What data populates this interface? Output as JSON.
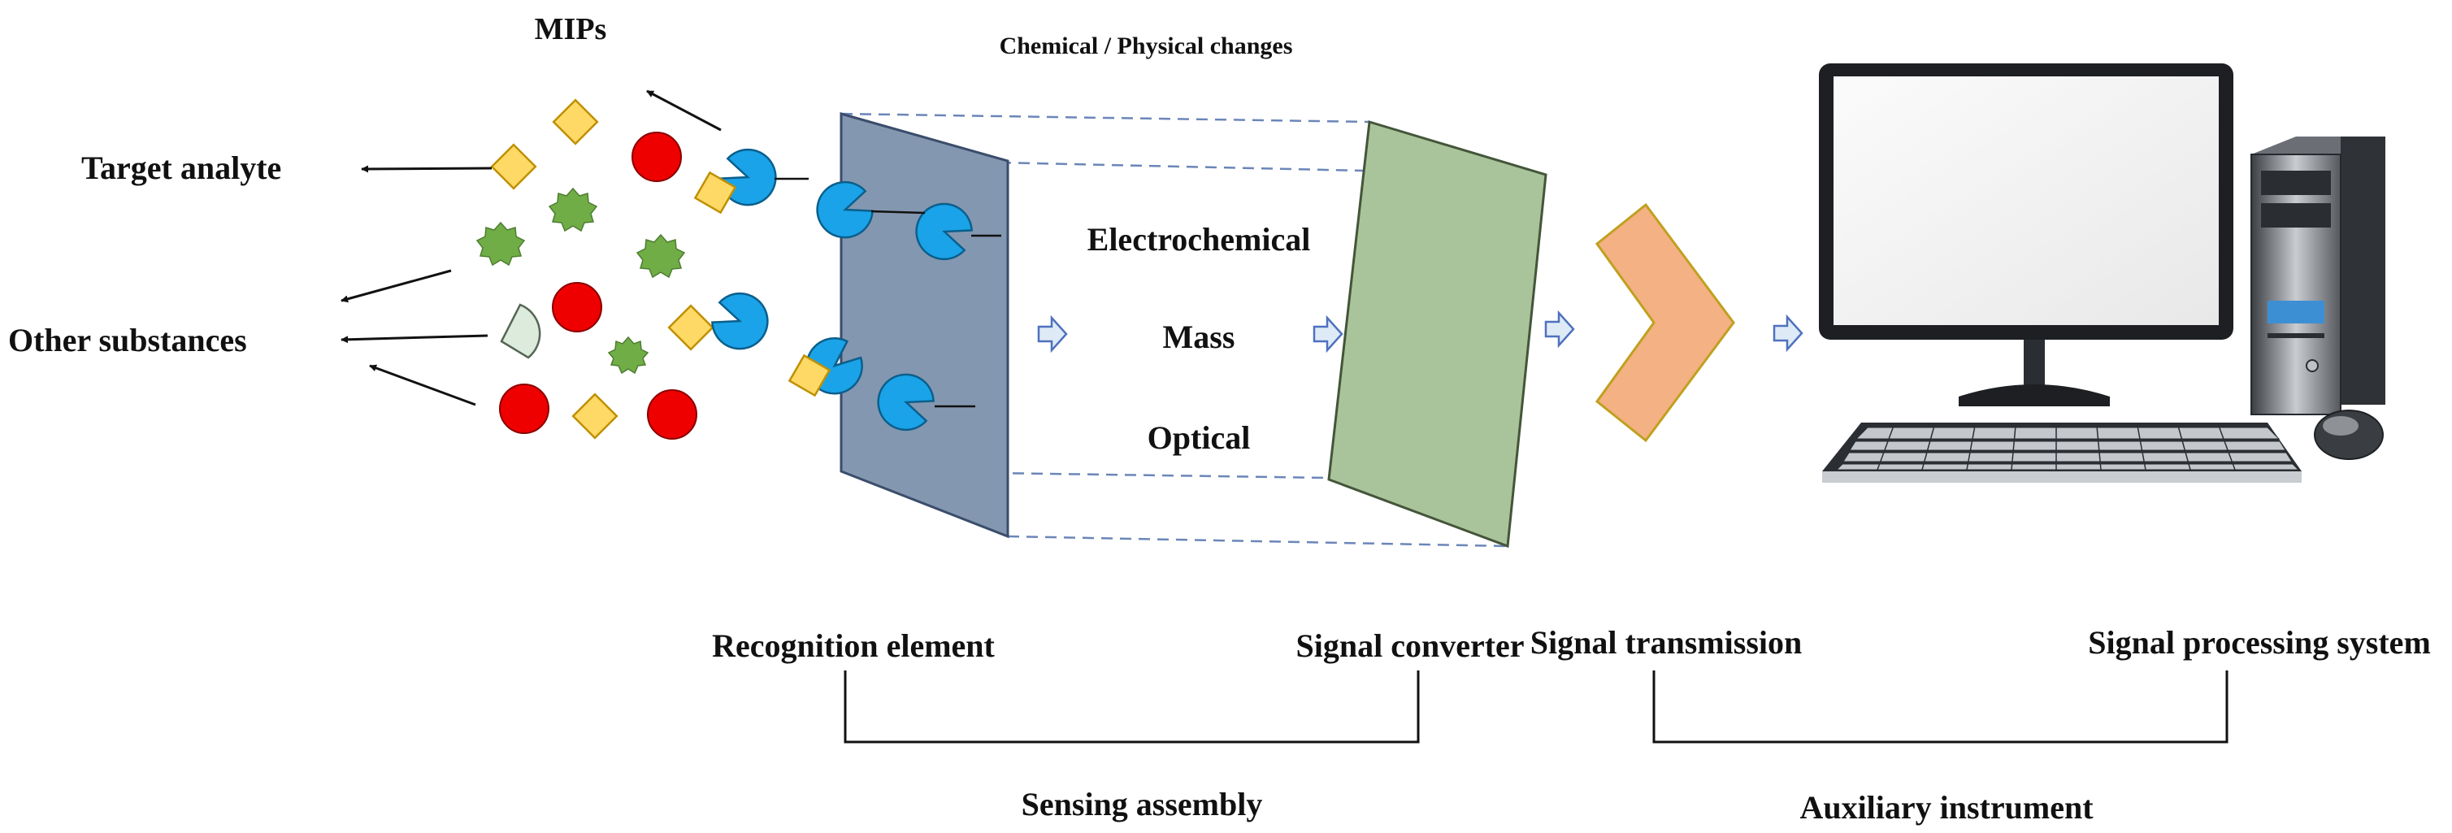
{
  "labels": {
    "mips": "MIPs",
    "target_analyte": "Target analyte",
    "other_substances": "Other substances",
    "chemical_physical_changes": "Chemical / Physical changes",
    "electrochemical": "Electrochemical",
    "mass": "Mass",
    "optical": "Optical",
    "recognition_element": "Recognition element",
    "signal_converter": "Signal converter",
    "signal_transmission": "Signal transmission",
    "signal_processing_system": "Signal processing system",
    "sensing_assembly": "Sensing assembly",
    "auxiliary_instrument": "Auxiliary instrument"
  },
  "colors": {
    "mip": "#1aa3e8",
    "target_analyte": "#ffd966",
    "interferent_red": "#ee0000",
    "interferent_green": "#70ad47",
    "interferent_pale": "#dcebdc",
    "recognition_plate": "#8497b0",
    "converter_plate": "#a9c49a",
    "transmission_chevron": "#f4b183",
    "flow_arrow": "#deebf7"
  },
  "icons": {
    "computer": "desktop-computer-icon"
  }
}
